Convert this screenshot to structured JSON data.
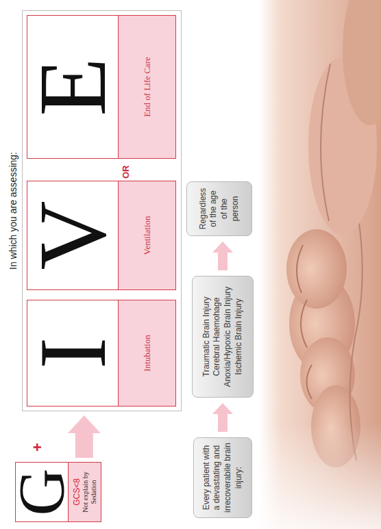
{
  "diagram": {
    "nodes": [
      {
        "text": [
          "G",
          "GCS<8",
          "Not explain by Sedation"
        ]
      },
      {
        "text": [
          "In which you are assessing:"
        ]
      },
      {
        "text": [
          "I",
          "Intubation"
        ],
        "in": 1
      },
      {
        "text": [
          "V",
          "Ventilation"
        ],
        "in": 1
      },
      {
        "text": [
          "E",
          "End of Life Care"
        ],
        "in": 1
      },
      {
        "text": [
          "Every patient with a devastating and irrecoverabile brain injury:"
        ]
      },
      {
        "text": [
          "Traumatic Brain Injury Cerebral Haemohage Anoxia/Hypoxic Brain Injury Ischemic Brain Injury"
        ]
      },
      {
        "text": [
          "Regardless of the age of the person"
        ]
      }
    ],
    "edges": [
      {
        "from": 0,
        "to": 1,
        "arrow": "to"
      },
      {
        "from": 5,
        "to": 6,
        "arrow": "to"
      },
      {
        "from": 6,
        "to": 7,
        "arrow": "to"
      }
    ],
    "labels": [
      "+",
      "OR"
    ]
  }
}
